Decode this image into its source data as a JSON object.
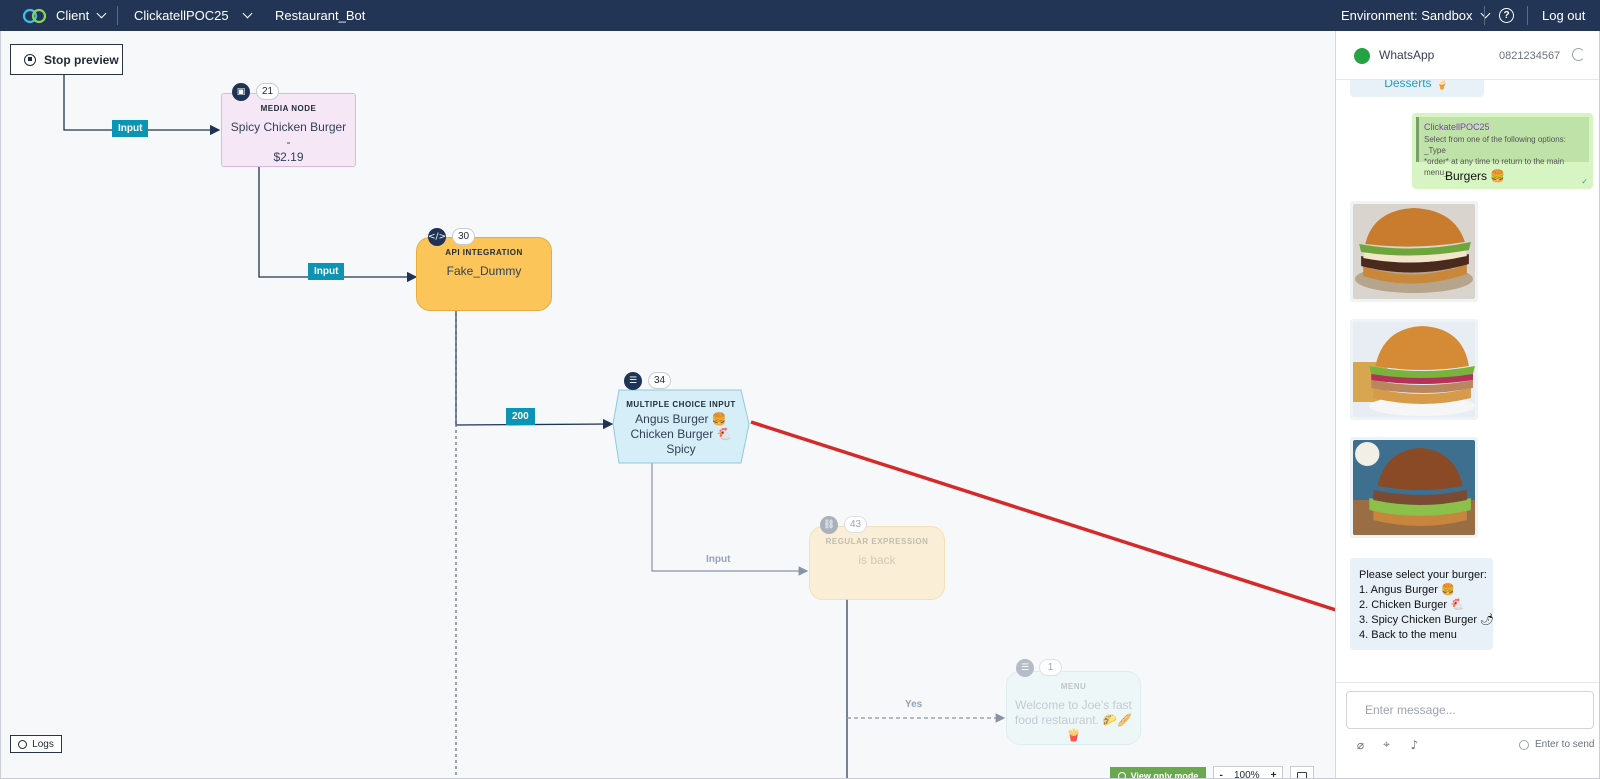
{
  "topbar": {
    "client_label": "Client",
    "account_name": "ClickatellPOC25",
    "bot_name": "Restaurant_Bot",
    "environment_label": "Environment: Sandbox",
    "help_icon": "help-icon",
    "logout_label": "Log out"
  },
  "canvas": {
    "stop_preview_label": "Stop preview",
    "logs_label": "Logs",
    "view_only_label": "View only mode",
    "zoom_level": "100%",
    "zoom_out": "-",
    "zoom_in": "+",
    "edges": [
      {
        "label": "Input"
      },
      {
        "label": "Input"
      },
      {
        "label": "200"
      },
      {
        "label": "Input"
      },
      {
        "label": "Yes"
      }
    ],
    "nodes": [
      {
        "id": "21",
        "type": "MEDIA NODE",
        "text_line1": "Spicy Chicken Burger -",
        "text_line2": "$2.19",
        "icon": "media-icon",
        "color": "#f6e7f7"
      },
      {
        "id": "30",
        "type": "API INTEGRATION",
        "text_line1": "Fake_Dummy",
        "icon": "code-icon",
        "color": "#fbc55a"
      },
      {
        "id": "34",
        "type": "MULTIPLE CHOICE INPUT",
        "text_line1": "Angus Burger 🍔",
        "text_line2": "Chicken Burger 🐔 Spicy",
        "icon": "list-icon",
        "color": "#d6eef8"
      },
      {
        "id": "43",
        "type": "REGULAR EXPRESSION",
        "text_line1": "is back",
        "icon": "link-icon",
        "color": "#fbeed0"
      },
      {
        "id": "1",
        "type": "MENU",
        "text_line1": "Welcome to Joe's fast",
        "text_line2": "food restaurant. 🌮🥖🍟",
        "icon": "menu-icon",
        "color": "#edf7f8"
      }
    ]
  },
  "chat": {
    "channel": "WhatsApp",
    "phone": "0821234567",
    "messages": {
      "desserts": "Desserts 🍦",
      "quote_header": "ClickatellPOC25",
      "quote_line1": "Select from one of the following options: _Type",
      "quote_line2": "*order* at any time to return to the main menu_",
      "sent_text": "Burgers 🍔",
      "tick": "✓",
      "prompt_lines": [
        "Please select your burger:",
        "1. Angus Burger 🍔",
        "2. Chicken Burger 🐔",
        "3. Spicy Chicken Burger 🌶",
        "4. Back to the menu"
      ]
    },
    "input_placeholder": "Enter message...",
    "enter_hint": "Enter to send"
  },
  "colors": {
    "topbar": "#233554",
    "edge_label": "#0d94b5",
    "annotation_line": "#d42a2a",
    "view_only": "#6aa84f"
  }
}
